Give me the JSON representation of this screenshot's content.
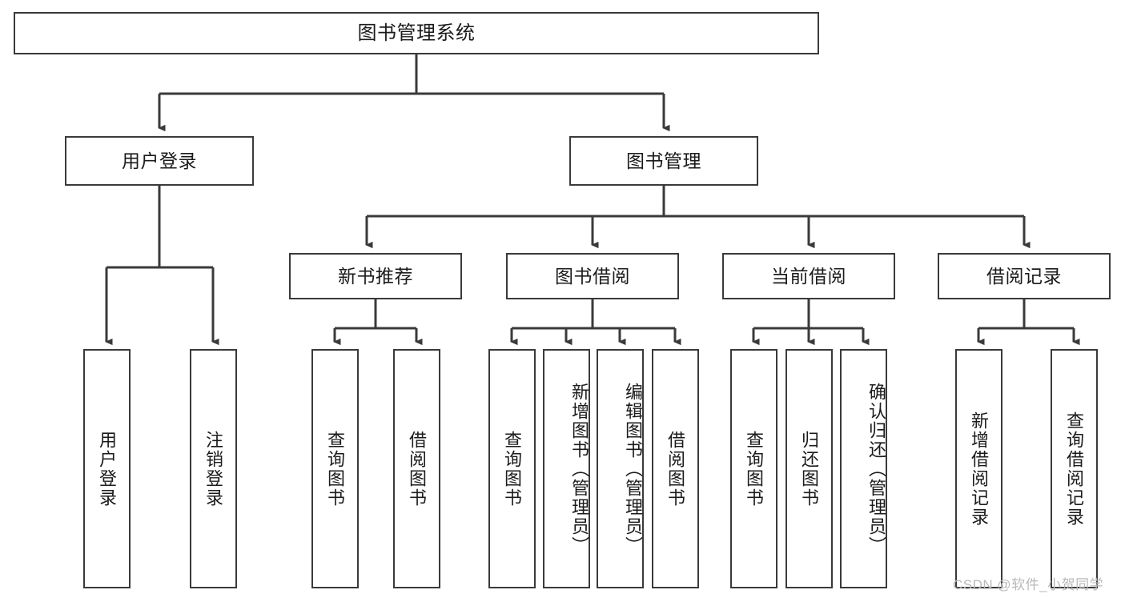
{
  "diagram": {
    "type": "tree-hierarchy",
    "title": "图书管理系统",
    "watermark": "CSDN @软件_小贺同学",
    "colors": {
      "stroke": "#3a3a3a",
      "fill": "#ffffff",
      "text": "#1b1b1b",
      "watermark": "#b9b9b9"
    },
    "levels": {
      "root": {
        "label": "图书管理系统"
      },
      "level2": [
        {
          "id": "user-login",
          "label": "用户登录"
        },
        {
          "id": "book-manage",
          "label": "图书管理"
        }
      ],
      "level3": [
        {
          "id": "new-book-recommend",
          "label": "新书推荐",
          "parent": "book-manage"
        },
        {
          "id": "book-borrow",
          "label": "图书借阅",
          "parent": "book-manage"
        },
        {
          "id": "current-borrow",
          "label": "当前借阅",
          "parent": "book-manage"
        },
        {
          "id": "borrow-record",
          "label": "借阅记录",
          "parent": "book-manage"
        }
      ],
      "leaves": [
        {
          "id": "leaf-user-login",
          "label": "用户登录",
          "parent": "user-login"
        },
        {
          "id": "leaf-user-logout",
          "label": "注销登录",
          "parent": "user-login"
        },
        {
          "id": "leaf-query-book-1",
          "label": "查询图书",
          "parent": "new-book-recommend"
        },
        {
          "id": "leaf-borrow-book-1",
          "label": "借阅图书",
          "parent": "new-book-recommend"
        },
        {
          "id": "leaf-query-book-2",
          "label": "查询图书",
          "parent": "book-borrow"
        },
        {
          "id": "leaf-add-book",
          "label": "新增图书（管理员）",
          "parent": "book-borrow"
        },
        {
          "id": "leaf-edit-book",
          "label": "编辑图书（管理员）",
          "parent": "book-borrow"
        },
        {
          "id": "leaf-borrow-book-2",
          "label": "借阅图书",
          "parent": "book-borrow"
        },
        {
          "id": "leaf-query-book-3",
          "label": "查询图书",
          "parent": "current-borrow"
        },
        {
          "id": "leaf-return-book",
          "label": "归还图书",
          "parent": "current-borrow"
        },
        {
          "id": "leaf-confirm-return",
          "label": "确认归还（管理员）",
          "parent": "current-borrow"
        },
        {
          "id": "leaf-add-record",
          "label": "新增借阅记录",
          "parent": "borrow-record"
        },
        {
          "id": "leaf-query-record",
          "label": "查询借阅记录",
          "parent": "borrow-record"
        }
      ]
    }
  }
}
